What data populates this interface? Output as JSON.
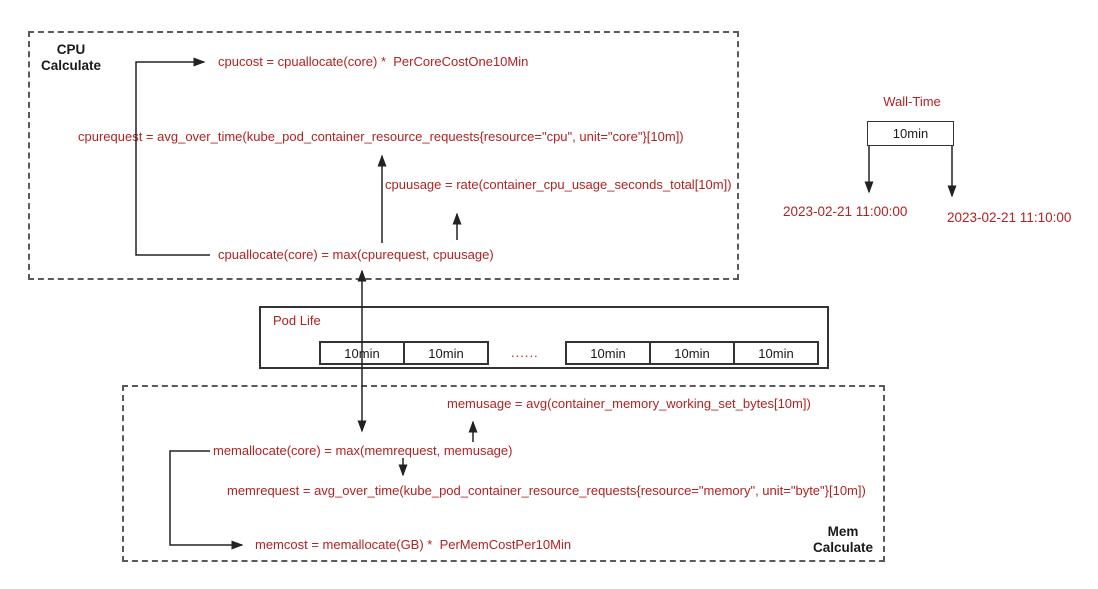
{
  "colors": {
    "formula_red": "#b22222",
    "text_black": "#1a1a1a",
    "line_color": "#222222",
    "dash_color": "#5a5a5a"
  },
  "cpu_box": {
    "title_line1": "CPU",
    "title_line2": "Calculate",
    "formulas": {
      "cpucost": "cpucost = cpuallocate(core) *  PerCoreCostOne10Min",
      "cpurequest": "cpurequest = avg_over_time(kube_pod_container_resource_requests{resource=\"cpu\", unit=\"core\"}[10m])",
      "cpuusage": "cpuusage = rate(container_cpu_usage_seconds_total[10m])",
      "cpuallocate": "cpuallocate(core) = max(cpurequest, cpuusage)"
    }
  },
  "mem_box": {
    "title_line1": "Mem",
    "title_line2": "Calculate",
    "formulas": {
      "memusage": "memusage = avg(container_memory_working_set_bytes[10m])",
      "memallocate": "memallocate(core) = max(memrequest, memusage)",
      "memrequest": "memrequest = avg_over_time(kube_pod_container_resource_requests{resource=\"memory\", unit=\"byte\"}[10m])",
      "memcost": "memcost = memallocate(GB) *  PerMemCostPer10Min"
    }
  },
  "pod_life": {
    "label": "Pod Life",
    "segments": [
      "10min",
      "10min",
      "10min",
      "10min",
      "10min"
    ],
    "ellipsis": "......"
  },
  "wall_time": {
    "label": "Wall-Time",
    "duration": "10min",
    "start_time": "2023-02-21 11:00:00",
    "end_time": "2023-02-21 11:10:00"
  }
}
